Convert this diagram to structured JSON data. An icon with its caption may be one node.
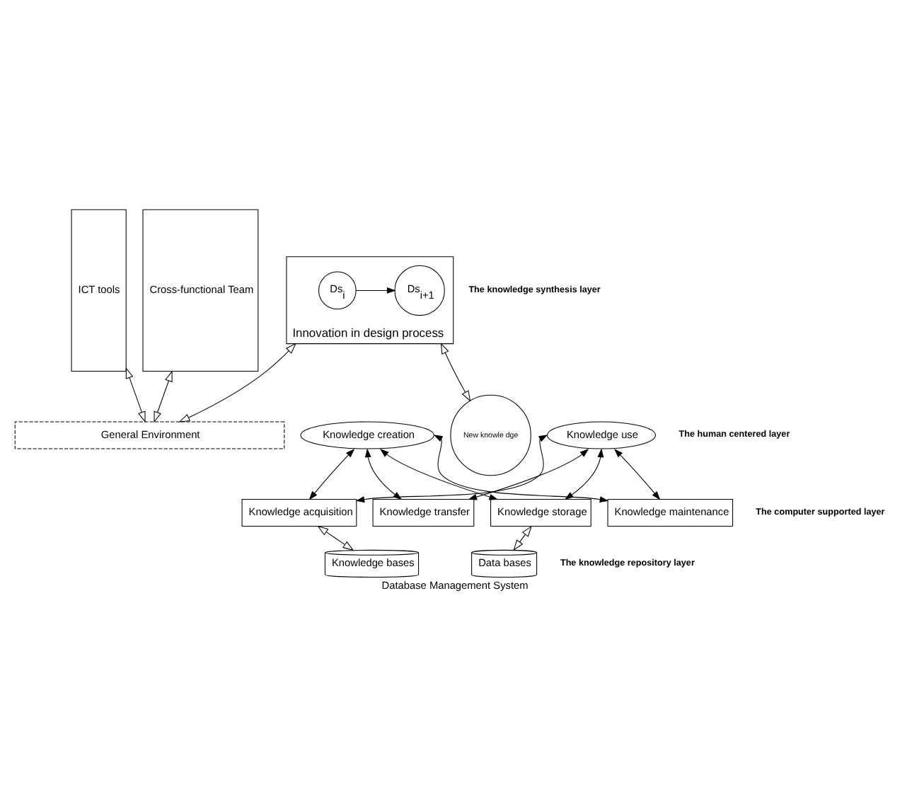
{
  "diagram": {
    "caption": "Database Management System",
    "nodes": [
      {
        "text": [
          "Cross-functional Team"
        ]
      },
      {
        "text": [
          "General Environment"
        ]
      },
      {
        "text": [
          "ICT tools"
        ]
      },
      {
        "text": [
          "Innovation in design process"
        ]
      },
      {
        "text": [
          "Ds$_{i}$"
        ],
        "in": 3
      },
      {
        "text": [
          "Ds$_{i+1}$"
        ],
        "in": 3
      },
      {
        "text": [
          "Knowledge creation"
        ]
      },
      {
        "text": [
          "New knowle dge"
        ]
      },
      {
        "text": [
          "Knowledge use"
        ]
      },
      {
        "text": [
          "Knowledge acquisition"
        ]
      },
      {
        "text": [
          "Knowledge transfer"
        ]
      },
      {
        "text": [
          "Knowledge storage"
        ]
      },
      {
        "text": [
          "Knowledge maintenance"
        ]
      },
      {
        "text": [
          "Knowledge bases"
        ]
      },
      {
        "text": [
          "Data bases"
        ]
      }
    ],
    "edges": [
      {
        "from": 0,
        "to": 1,
        "arrow": "both"
      },
      {
        "from": 2,
        "to": 1,
        "arrow": "both"
      },
      {
        "from": 1,
        "to": 3,
        "arrow": "both"
      },
      {
        "from": 4,
        "to": 5,
        "arrow": "to"
      },
      {
        "from": 3,
        "to": 7,
        "arrow": "both"
      },
      {
        "from": 6,
        "to": 9,
        "arrow": "both"
      },
      {
        "from": 6,
        "to": 10,
        "arrow": "both"
      },
      {
        "from": 6,
        "to": 11,
        "arrow": "both"
      },
      {
        "from": 6,
        "to": 12,
        "arrow": "both"
      },
      {
        "from": 8,
        "to": 9,
        "arrow": "both"
      },
      {
        "from": 8,
        "to": 10,
        "arrow": "both"
      },
      {
        "from": 8,
        "to": 11,
        "arrow": "both"
      },
      {
        "from": 8,
        "to": 12,
        "arrow": "both"
      },
      {
        "from": 9,
        "to": 13,
        "arrow": "both"
      },
      {
        "from": 11,
        "to": 14,
        "arrow": "both"
      }
    ],
    "labels": [
      "The knowledge synthesis layer",
      "The human centered layer",
      "The computer supported layer",
      "The knowledge repository layer"
    ]
  }
}
